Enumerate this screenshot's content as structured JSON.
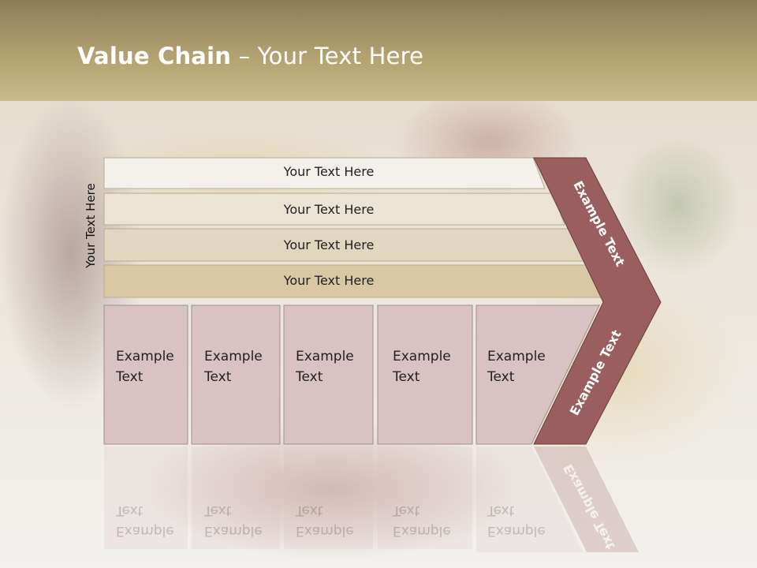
{
  "slide": {
    "title_bold": "Value Chain",
    "title_rest": " – Your Text Here",
    "side_label": "Your Text Here"
  },
  "rows": [
    {
      "label": "Your Text Here",
      "color": "#f4f1ec"
    },
    {
      "label": "Your Text Here",
      "color": "#ebe3d4"
    },
    {
      "label": "Your Text Here",
      "color": "#e1d6bf"
    },
    {
      "label": "Your Text Here",
      "color": "#d8c8a4"
    }
  ],
  "columns": [
    {
      "line1": "Example",
      "line2": "Text"
    },
    {
      "line1": "Example",
      "line2": "Text"
    },
    {
      "line1": "Example",
      "line2": "Text"
    },
    {
      "line1": "Example",
      "line2": "Text"
    },
    {
      "line1": "Example",
      "line2": "Text"
    }
  ],
  "chevron": {
    "upper_label": "Example Text",
    "lower_label": "Example Text",
    "color": "#9a5e5e"
  },
  "colors": {
    "header_band": "#b3a272",
    "cell_fill": "#d8c2c4"
  }
}
